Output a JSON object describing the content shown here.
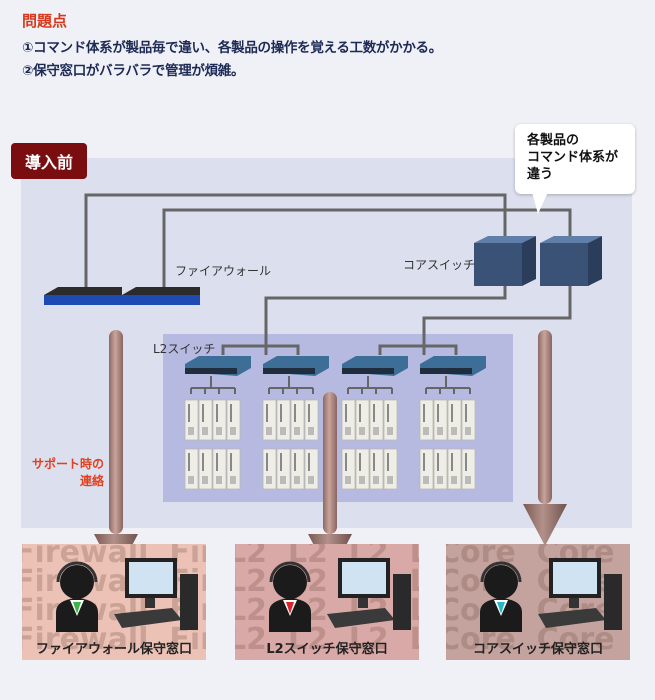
{
  "problems": {
    "title": "問題点",
    "items": [
      "①コマンド体系が製品毎で違い、各製品の操作を覚える工数がかかる。",
      "②保守窓口がバラバラで管理が煩雑。"
    ]
  },
  "diagram": {
    "badge": "導入前",
    "bubble": "各製品の\nコマンド体系が\n違う",
    "labels": {
      "firewall": "ファイアウォール",
      "core_switch": "コアスイッチ",
      "l2_switch": "L2スイッチ",
      "support": "サポート時の\n連絡"
    },
    "colors": {
      "badge": "#7a0d10",
      "accent_text": "#d8391e",
      "cable": "#666666",
      "arrow": "#a67f78"
    }
  },
  "support_desks": [
    {
      "label": "ファイアウォール保守窓口",
      "watermark": "Firewall",
      "bg": "#ecc2b6",
      "tie": "#3fb34a"
    },
    {
      "label": "L2スイッチ保守窓口",
      "watermark": "L2",
      "bg": "#d9a9a7",
      "tie": "#d8262b"
    },
    {
      "label": "コアスイッチ保守窓口",
      "watermark": "Core",
      "bg": "#c4a29d",
      "tie": "#27b8c7"
    }
  ]
}
